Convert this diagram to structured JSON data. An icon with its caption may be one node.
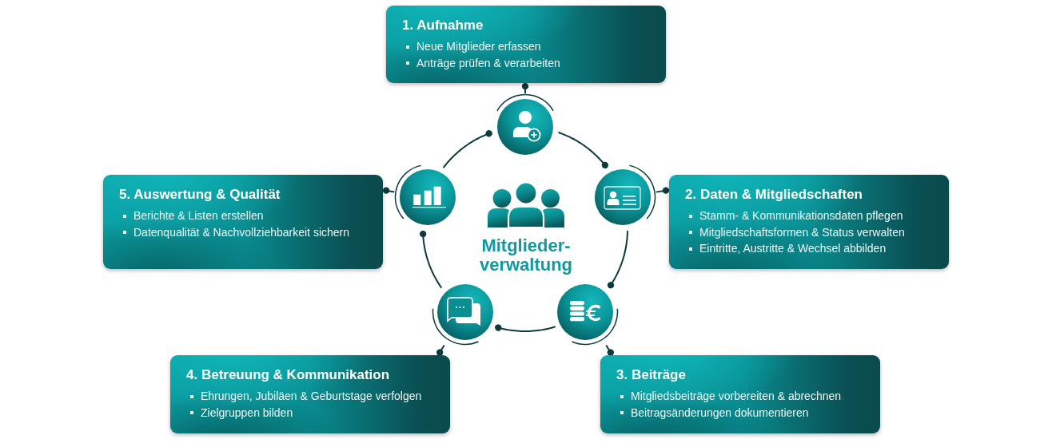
{
  "diagram": {
    "nodes": [
      {
        "text": [
          "1. Aufnahme",
          "Neue Mitglieder erfassen",
          "Anträge prüfen & verarbeiten"
        ]
      },
      {
        "text": [],
        "shape": "circle"
      },
      {
        "text": [
          "2. Daten & Mitgliedschaften",
          "Stamm- & Kommunikationsdaten pflegen",
          "Mitgliedschaftsformen & Status verwalten",
          "Eintritte, Austritte & Wechsel abbilden"
        ]
      },
      {
        "text": [],
        "shape": "circle"
      },
      {
        "text": [
          "3. Beiträge",
          "Mitgliedsbeiträge vorbereiten & abrechnen",
          "Beitragsänderungen dokumentieren"
        ]
      },
      {
        "text": [],
        "shape": "circle"
      },
      {
        "text": [
          "4. Betreuung & Kommunikation",
          "Ehrungen, Jubiläen & Geburtstage verfolgen",
          "Zielgruppen bilden"
        ]
      },
      {
        "text": [],
        "shape": "circle"
      },
      {
        "text": [
          "5. Auswertung & Qualität",
          "Berichte & Listen erstellen",
          "Datenqualität & Nachvollziehbarkeit sichern"
        ]
      },
      {
        "text": [],
        "shape": "circle"
      }
    ],
    "edges": [
      {
        "from": 1,
        "to": 0,
        "arrow": "other"
      },
      {
        "from": 1,
        "to": 3,
        "arrow": "other"
      },
      {
        "from": 3,
        "to": 2,
        "arrow": "other"
      },
      {
        "from": 3,
        "to": 5,
        "arrow": "other"
      },
      {
        "from": 5,
        "to": 4,
        "arrow": "other"
      },
      {
        "from": 5,
        "to": 7,
        "arrow": "other"
      },
      {
        "from": 7,
        "to": 6,
        "arrow": "other"
      },
      {
        "from": 7,
        "to": 9,
        "arrow": "other"
      },
      {
        "from": 9,
        "to": 8,
        "arrow": "other"
      },
      {
        "from": 9,
        "to": 1,
        "arrow": "other"
      }
    ],
    "labels": [
      "Mitglieder- verwaltung"
    ]
  }
}
